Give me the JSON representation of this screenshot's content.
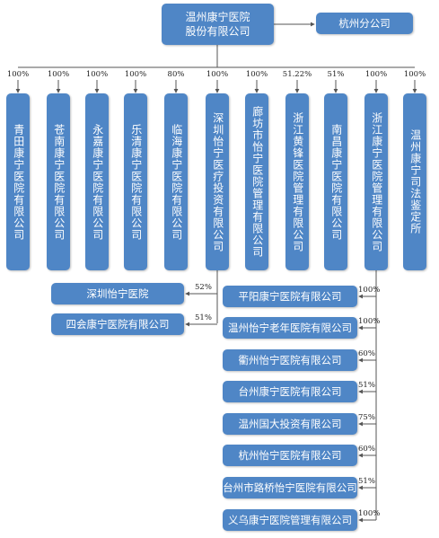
{
  "root": {
    "line1": "温州康宁医院",
    "line2": "股份有限公司"
  },
  "branch": "杭州分公司",
  "subsidiaries": [
    {
      "name": "青田康宁医院有限公司",
      "pct": "100%"
    },
    {
      "name": "苍南康宁医院有限公司",
      "pct": "100%"
    },
    {
      "name": "永嘉康宁医院有限公司",
      "pct": "100%"
    },
    {
      "name": "乐清康宁医院有限公司",
      "pct": "100%"
    },
    {
      "name": "临海康宁医院有限公司",
      "pct": "80%"
    },
    {
      "name": "深圳怡宁医疗投资有限公司",
      "pct": "100%"
    },
    {
      "name": "廊坊市怡宁医院管理有限公司",
      "pct": "100%"
    },
    {
      "name": "浙江黄锋医院管理有限公司",
      "pct": "51.22%"
    },
    {
      "name": "南昌康宁医院有限公司",
      "pct": "51%"
    },
    {
      "name": "浙江康宁医院管理有限公司",
      "pct": "100%"
    },
    {
      "name": "温州康宁司法鉴定所",
      "pct": "100%"
    }
  ],
  "shenzhen_subs": [
    {
      "name": "深圳怡宁医院",
      "pct": "52%"
    },
    {
      "name": "四会康宁医院有限公司",
      "pct": "51%"
    }
  ],
  "zhejiang_subs": [
    {
      "name": "平阳康宁医院有限公司",
      "pct": "100%"
    },
    {
      "name": "温州怡宁老年医院有限公司",
      "pct": "100%"
    },
    {
      "name": "衢州怡宁医院有限公司",
      "pct": "60%"
    },
    {
      "name": "台州康宁医院有限公司",
      "pct": "51%"
    },
    {
      "name": "温州国大投资有限公司",
      "pct": "75%"
    },
    {
      "name": "杭州怡宁医院有限公司",
      "pct": "60%"
    },
    {
      "name": "台州市路桥怡宁医院有限公司",
      "pct": "51%"
    },
    {
      "name": "义乌康宁医院管理有限公司",
      "pct": "100%"
    }
  ],
  "colors": {
    "box": "#4f86c6",
    "line": "#555555"
  }
}
